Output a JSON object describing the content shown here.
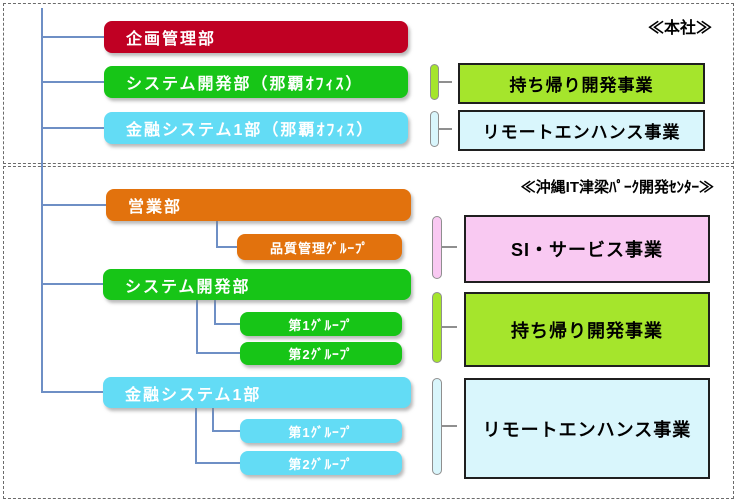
{
  "colors": {
    "red": "#C00023",
    "green": "#17C517",
    "cyan": "#63DCF5",
    "orange": "#E2720D",
    "yellow_green": "#A5E52C",
    "light_cyan": "#D9F6FC",
    "pink": "#F9C9F2",
    "connector_blue": "#6E8FC5"
  },
  "hq": {
    "label": "≪本社≫",
    "departments": [
      {
        "name": "企画管理部",
        "color": "#C00023"
      },
      {
        "name": "システム開発部（那覇ｵﾌｨｽ）",
        "color": "#17C517"
      },
      {
        "name": "金融システム1部（那覇ｵﾌｨｽ）",
        "color": "#63DCF5"
      }
    ],
    "businesses": [
      {
        "name": "持ち帰り開発事業",
        "color": "#A5E52C"
      },
      {
        "name": "リモートエンハンス事業",
        "color": "#D9F6FC"
      }
    ]
  },
  "park": {
    "label": "≪沖縄IT津梁ﾊﾟｰｸ開発ｾﾝﾀｰ≫",
    "departments": [
      {
        "name": "営業部",
        "color": "#E2720D",
        "groups": [
          "品質管理ｸﾞﾙｰﾌﾟ"
        ]
      },
      {
        "name": "システム開発部",
        "color": "#17C517",
        "groups": [
          "第1ｸﾞﾙｰﾌﾟ",
          "第2ｸﾞﾙｰﾌﾟ"
        ]
      },
      {
        "name": "金融システム1部",
        "color": "#63DCF5",
        "groups": [
          "第1ｸﾞﾙｰﾌﾟ",
          "第2ｸﾞﾙｰﾌﾟ"
        ]
      }
    ],
    "businesses": [
      {
        "name": "SI・サービス事業",
        "color": "#F9C9F2"
      },
      {
        "name": "持ち帰り開発事業",
        "color": "#A5E52C"
      },
      {
        "name": "リモートエンハンス事業",
        "color": "#D9F6FC"
      }
    ]
  }
}
